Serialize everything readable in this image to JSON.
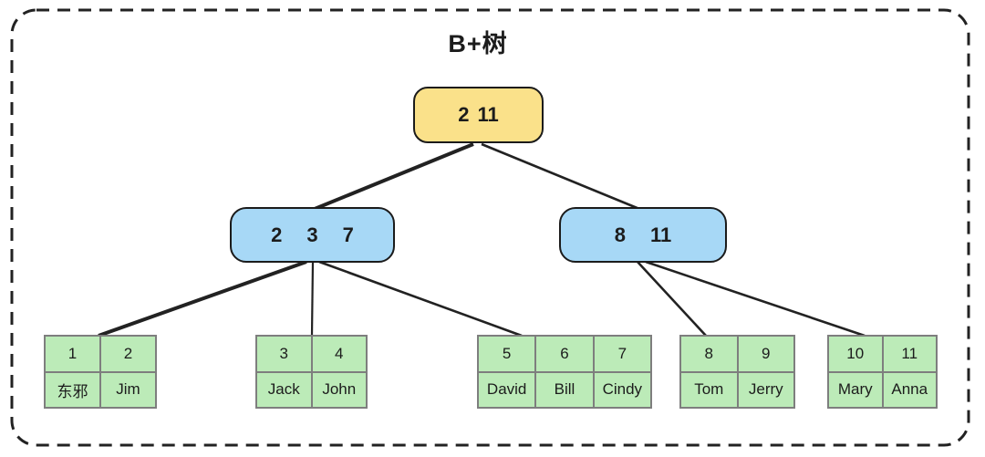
{
  "title": "B+树",
  "root": {
    "keys": [
      "2",
      "11"
    ]
  },
  "internal_nodes": [
    {
      "keys": [
        "2",
        "3",
        "7"
      ]
    },
    {
      "keys": [
        "8",
        "11"
      ]
    }
  ],
  "leaf_nodes": [
    {
      "keys": [
        "1",
        "2"
      ],
      "values": [
        "东邪",
        "Jim"
      ]
    },
    {
      "keys": [
        "3",
        "4"
      ],
      "values": [
        "Jack",
        "John"
      ]
    },
    {
      "keys": [
        "5",
        "6",
        "7"
      ],
      "values": [
        "David",
        "Bill",
        "Cindy"
      ]
    },
    {
      "keys": [
        "8",
        "9"
      ],
      "values": [
        "Tom",
        "Jerry"
      ]
    },
    {
      "keys": [
        "10",
        "11"
      ],
      "values": [
        "Mary",
        "Anna"
      ]
    }
  ],
  "colors": {
    "root_fill": "#FAE18A",
    "internal_fill": "#A7D8F6",
    "leaf_fill": "#BCEBB8",
    "node_border": "#1b1b1b",
    "leaf_border": "#7e7e7e",
    "edge": "#222222"
  }
}
